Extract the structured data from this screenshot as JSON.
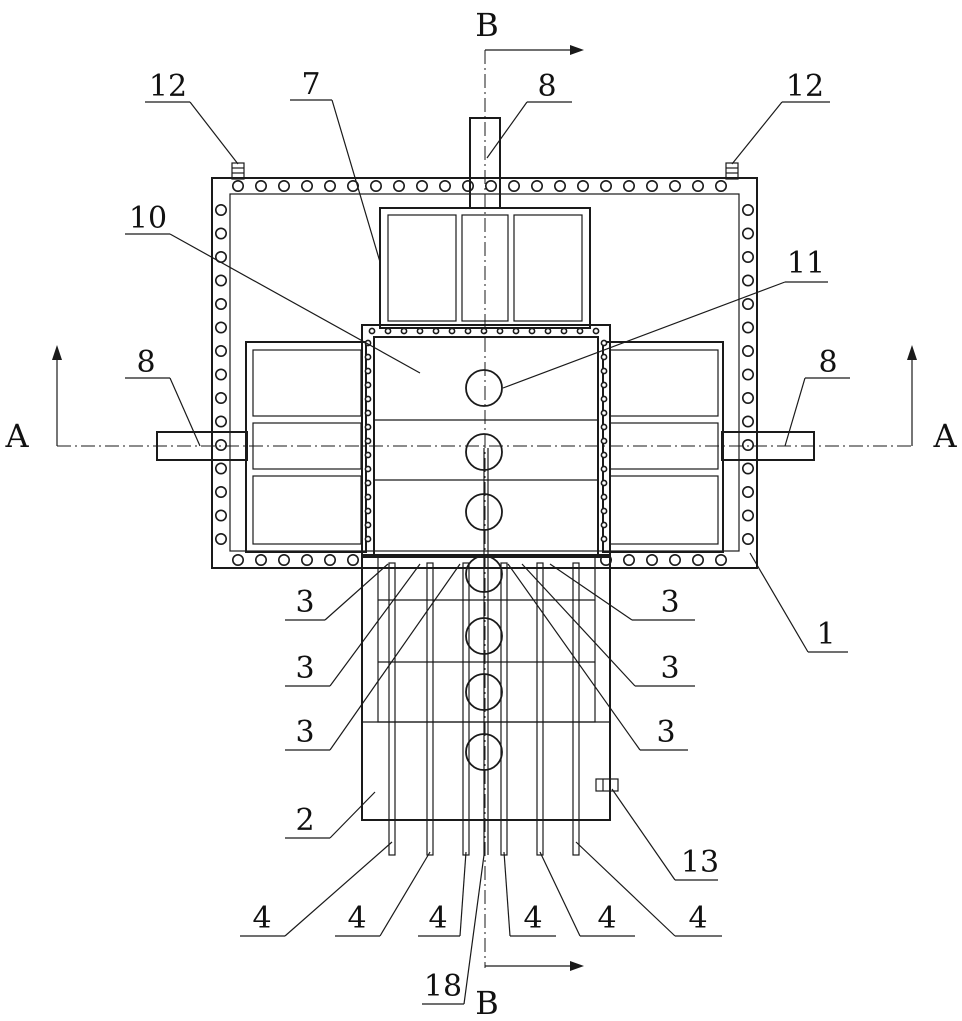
{
  "section_marks": {
    "a_left": "A",
    "a_right": "A",
    "b_top": "B",
    "b_bottom": "B"
  },
  "labels": {
    "l1": "1",
    "l2": "2",
    "l3a": "3",
    "l3b": "3",
    "l3c": "3",
    "l3d": "3",
    "l3e": "3",
    "l3f": "3",
    "l4a": "4",
    "l4b": "4",
    "l4c": "4",
    "l4d": "4",
    "l4e": "4",
    "l4f": "4",
    "l7": "7",
    "l8top": "8",
    "l8left": "8",
    "l8right": "8",
    "l10": "10",
    "l11": "11",
    "l12left": "12",
    "l12right": "12",
    "l13": "13",
    "l18": "18"
  }
}
